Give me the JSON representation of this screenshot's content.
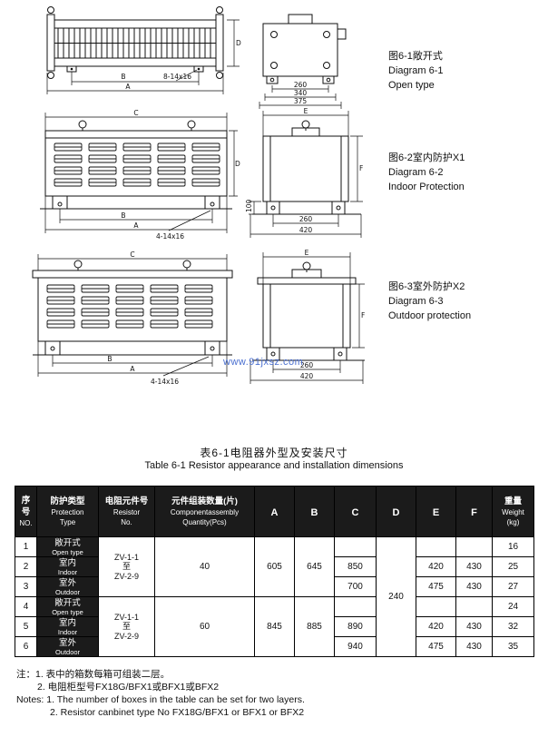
{
  "page": {
    "table_title_cn": "表6-1电阻器外型及安装尺寸",
    "table_title_en": "Table 6-1 Resistor appearance and installation dimensions",
    "watermark": "www.91jxsz.com"
  },
  "fig1": {
    "caption": [
      "图6-1敞开式",
      "Diagram 6-1",
      "Open type"
    ],
    "labels": {
      "b": "B",
      "a": "A",
      "d": "D",
      "holes": "8-14x16",
      "d260": "260",
      "d340": "340",
      "d375": "375"
    }
  },
  "fig2": {
    "caption": [
      "图6-2室内防护X1",
      "Diagram 6-2",
      "Indoor Protection"
    ],
    "labels": {
      "c": "C",
      "d": "D",
      "b": "B",
      "a": "A",
      "holes": "4-14x16",
      "e": "E",
      "f": "F",
      "d100": "100",
      "d260": "260",
      "d420": "420"
    }
  },
  "fig3": {
    "caption": [
      "图6-3室外防护X2",
      "Diagram 6-3",
      "Outdoor protection"
    ],
    "labels": {
      "c": "C",
      "b": "B",
      "a": "A",
      "holes": "4-14x16",
      "e": "E",
      "f": "F",
      "d260": "260",
      "d420": "420"
    }
  },
  "table": {
    "header": {
      "no": [
        "序",
        "号",
        "NO."
      ],
      "protection": [
        "防护类型",
        "Protection",
        "Type"
      ],
      "resistor": [
        "电阻元件号",
        "Resistor",
        "No."
      ],
      "qty": [
        "元件组装数量(片)",
        "Componentassembly",
        "Quantity(Pcs)"
      ],
      "dims": [
        "A",
        "B",
        "C",
        "D",
        "E",
        "F"
      ],
      "weight": [
        "重量",
        "Weight",
        "(kg)"
      ]
    },
    "groups": [
      {
        "resistor": [
          "ZV-1-1",
          "至",
          "ZV-2-9"
        ],
        "qty": "40",
        "a": "605",
        "b": "645"
      },
      {
        "resistor": [
          "ZV-1-1",
          "至",
          "ZV-2-9"
        ],
        "qty": "60",
        "a": "845",
        "b": "885"
      }
    ],
    "d_common": "240",
    "rows": [
      {
        "no": "1",
        "type_cn": "敞开式",
        "type_en": "Open type",
        "c": "",
        "e": "",
        "f": "",
        "weight": "16"
      },
      {
        "no": "2",
        "type_cn": "室内",
        "type_en": "Indoor",
        "c": "850",
        "e": "420",
        "f": "430",
        "weight": "25"
      },
      {
        "no": "3",
        "type_cn": "室外",
        "type_en": "Outdoor",
        "c": "700",
        "e": "475",
        "f": "430",
        "weight": "27"
      },
      {
        "no": "4",
        "type_cn": "敞开式",
        "type_en": "Open type",
        "c": "",
        "e": "",
        "f": "",
        "weight": "24"
      },
      {
        "no": "5",
        "type_cn": "室内",
        "type_en": "Indoor",
        "c": "890",
        "e": "420",
        "f": "430",
        "weight": "32"
      },
      {
        "no": "6",
        "type_cn": "室外",
        "type_en": "Outdoor",
        "c": "940",
        "e": "475",
        "f": "430",
        "weight": "35"
      }
    ]
  },
  "notes": {
    "cn1": "注：1. 表中的箱数每箱可组装二层。",
    "cn2": "2. 电阻柜型号FX18G/BFX1或BFX1或BFX2",
    "en1": "Notes: 1. The number of boxes in the table can be set for two layers.",
    "en2": "2. Resistor canbinet type No FX18G/BFX1 or BFX1 or BFX2"
  }
}
